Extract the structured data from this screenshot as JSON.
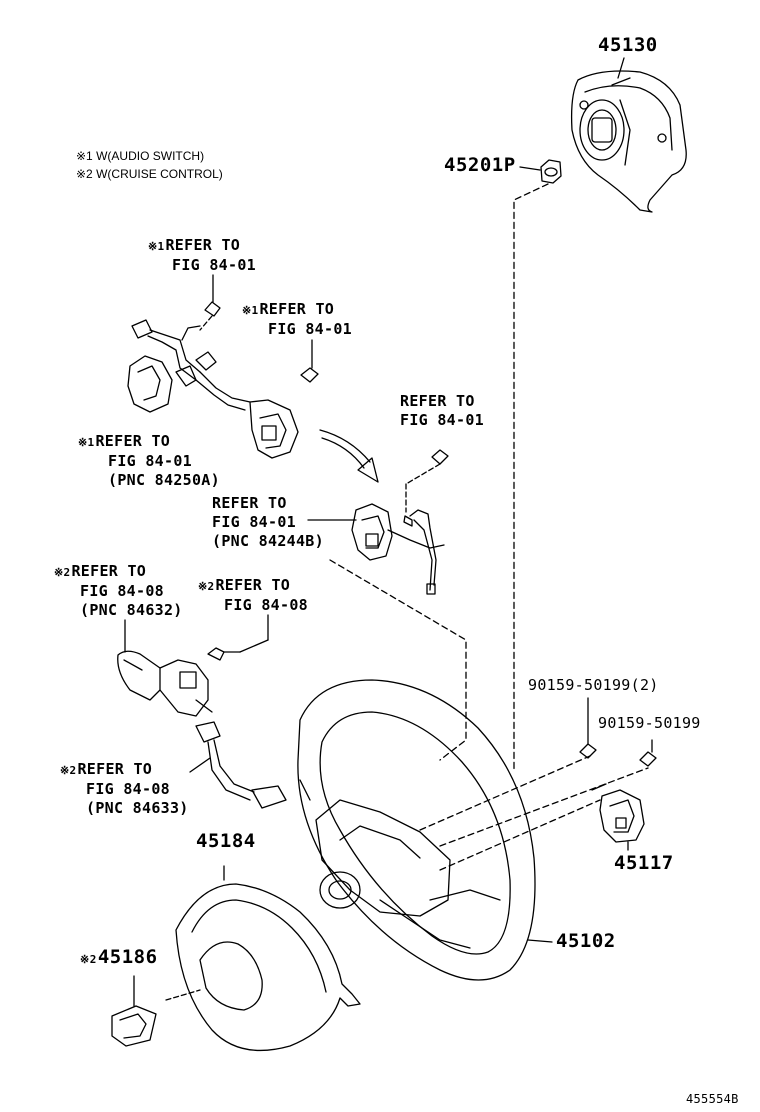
{
  "notes": [
    {
      "mark": "※1",
      "text": "W(AUDIO SWITCH)"
    },
    {
      "mark": "※2",
      "text": "W(CRUISE CONTROL)"
    }
  ],
  "callouts": {
    "c1": {
      "mark": "※1",
      "l1": "REFER TO",
      "l2": "FIG 84-01"
    },
    "c2": {
      "mark": "※1",
      "l1": "REFER TO",
      "l2": "FIG 84-01"
    },
    "c3": {
      "mark": "※1",
      "l1": "REFER TO",
      "l2": "FIG 84-01",
      "l3": "(PNC 84250A)"
    },
    "c4": {
      "mark": "",
      "l1": "REFER TO",
      "l2": "FIG 84-01"
    },
    "c5": {
      "mark": "",
      "l1": "REFER TO",
      "l2": "FIG 84-01",
      "l3": "(PNC 84244B)"
    },
    "c6": {
      "mark": "※2",
      "l1": "REFER TO",
      "l2": "FIG 84-08",
      "l3": "(PNC 84632)"
    },
    "c7": {
      "mark": "※2",
      "l1": "REFER TO",
      "l2": "FIG 84-08"
    },
    "c8": {
      "mark": "※2",
      "l1": "REFER TO",
      "l2": "FIG 84-08",
      "l3": "(PNC 84633)"
    }
  },
  "parts": {
    "p45130": "45130",
    "p45201p": "45201P",
    "p90159a": "90159-50199(2)",
    "p90159b": "90159-50199",
    "p45117": "45117",
    "p45102": "45102",
    "p45184": "45184",
    "p45186_mark": "※2",
    "p45186": "45186"
  },
  "figure_id": "455554B"
}
